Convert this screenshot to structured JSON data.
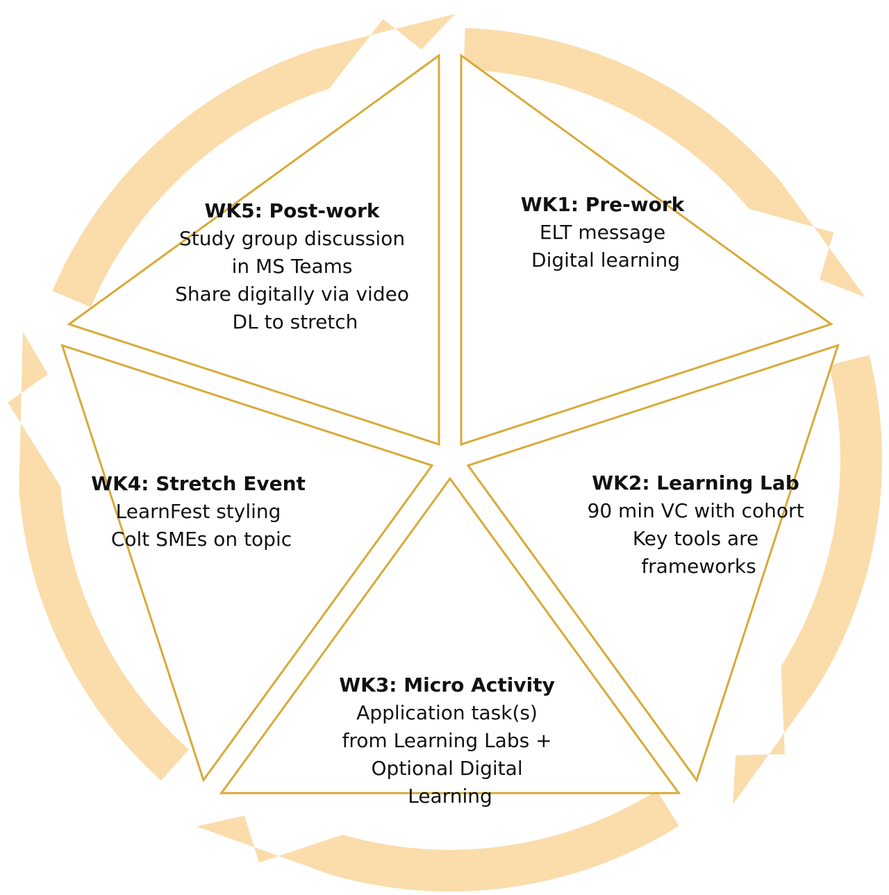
{
  "colors": {
    "arrow_fill": "#fbdcab",
    "sector_outline": "#d8aa38",
    "text": "#111111"
  },
  "stages": [
    {
      "title": "WK1: Pre-work",
      "lines": [
        "ELT message",
        "Digital learning"
      ]
    },
    {
      "title": "WK2: Learning Lab",
      "lines": [
        "90 min VC with cohort",
        "Key tools are",
        "frameworks"
      ]
    },
    {
      "title": "WK3: Micro Activity",
      "lines": [
        "Application task(s)",
        "from Learning Labs +",
        "Optional Digital",
        "Learning"
      ]
    },
    {
      "title": "WK4: Stretch Event",
      "lines": [
        "LearnFest styling",
        "Colt SMEs on topic"
      ]
    },
    {
      "title": "WK5: Post-work",
      "lines": [
        "Study group discussion",
        "in MS Teams",
        "Share digitally via video",
        "DL to stretch"
      ]
    }
  ]
}
